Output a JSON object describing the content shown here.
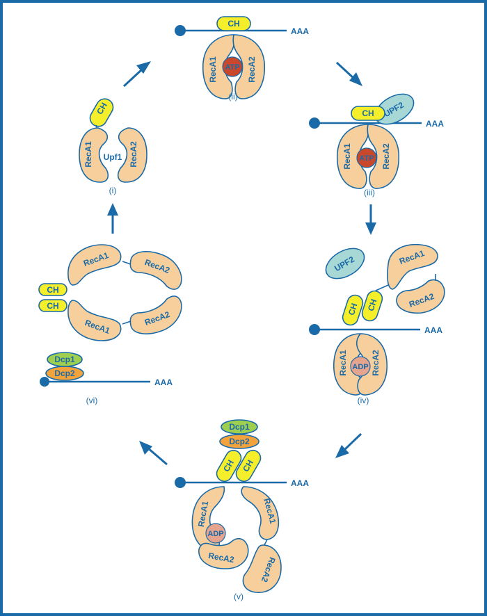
{
  "labels": {
    "ch": "CH",
    "upf1": "Upf1",
    "upf2": "UPF2",
    "reca1": "RecA1",
    "reca2": "RecA2",
    "atp": "ATP",
    "adp": "ADP",
    "dcp1": "Dcp1",
    "dcp2": "Dcp2",
    "polya": "AAA"
  },
  "stages": {
    "i": "(i)",
    "ii": "(ii)",
    "iii": "(iii)",
    "iv": "(iv)",
    "v": "(v)",
    "vi": "(vi)"
  },
  "colors": {
    "frame": "#1a6aa8",
    "reca": "#f7cf9c",
    "ch": "#f4ef2a",
    "upf2": "#a8d8d6",
    "dcp1": "#9fcf4f",
    "dcp2": "#f3a33c",
    "atp": "#c9472b",
    "adp": "#e6a48f"
  }
}
